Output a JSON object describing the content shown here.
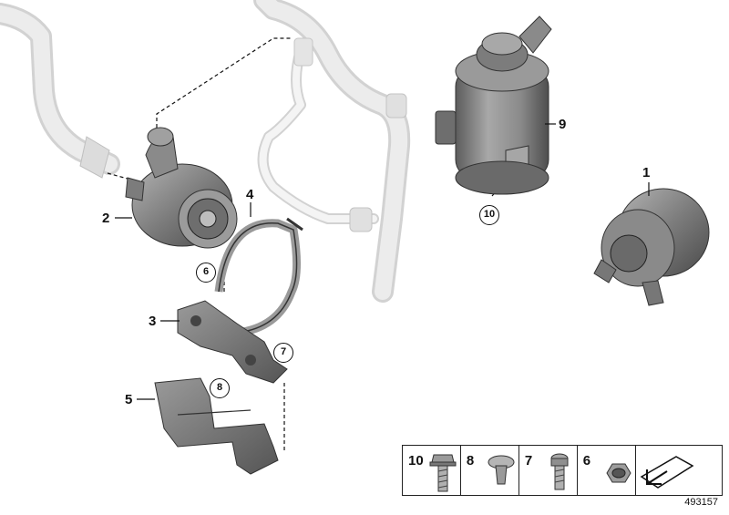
{
  "callouts": {
    "c1": "1",
    "c2": "2",
    "c3": "3",
    "c4": "4",
    "c5": "5",
    "c6": "6",
    "c7": "7",
    "c8": "8",
    "c9": "9",
    "c10": "10"
  },
  "legend": {
    "items": [
      {
        "number": "10",
        "icon": "bolt-flange-icon"
      },
      {
        "number": "8",
        "icon": "expanding-rivet-icon"
      },
      {
        "number": "7",
        "icon": "torx-bolt-icon"
      },
      {
        "number": "6",
        "icon": "hex-nut-icon"
      },
      {
        "number": "",
        "icon": "insulating-mat-arrow-icon"
      }
    ]
  },
  "diagram_id": "493157",
  "colors": {
    "part_gray": "#8c8c8c",
    "hose_gray": "#e6e6e6",
    "line": "#111111"
  }
}
